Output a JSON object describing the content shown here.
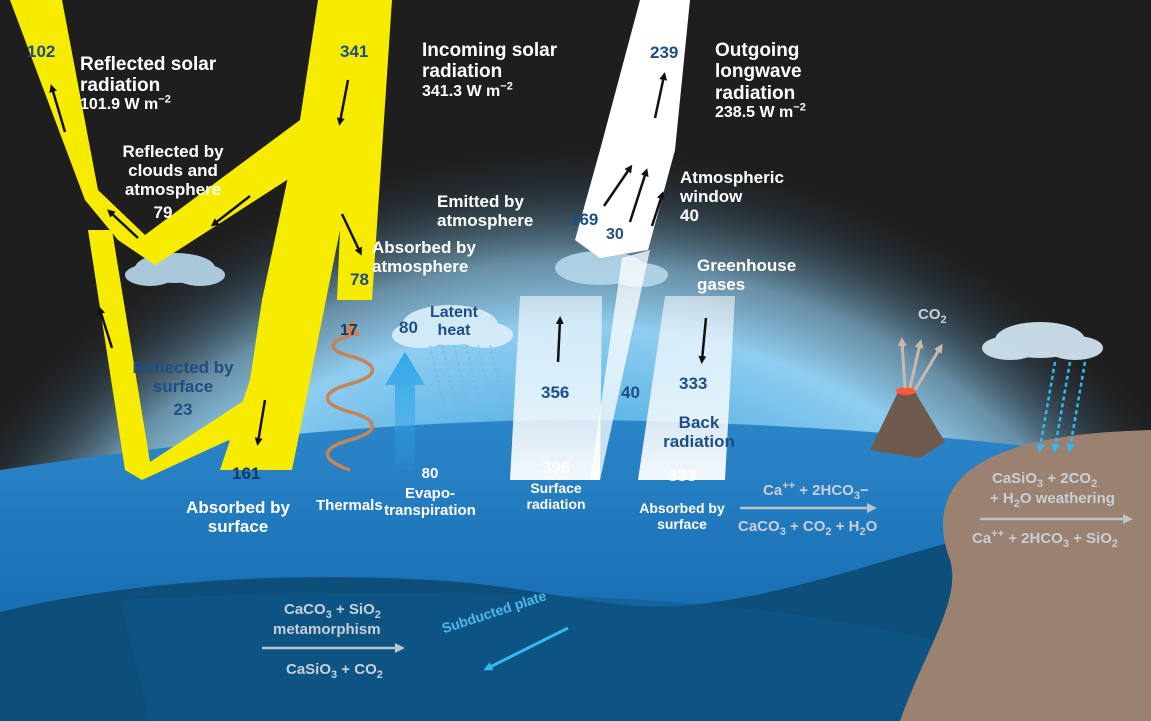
{
  "labels": {
    "reflected_solar_value": "102",
    "reflected_solar_title": "Reflected solar\nradiation",
    "reflected_solar_flux": "101.9 W m",
    "incoming_value": "341",
    "incoming_title": "Incoming solar\nradiation",
    "incoming_flux": "341.3 W m",
    "outgoing_value": "239",
    "outgoing_title": "Outgoing\nlongwave\nradiation",
    "outgoing_flux": "238.5 W m",
    "flux_exponent": "−2",
    "reflected_clouds_title": "Reflected by\nclouds and\natmosphere",
    "reflected_clouds_value": "79",
    "emitted_atm_title": "Emitted by\natmosphere",
    "emitted_atm_value": "169",
    "window_title": "Atmospheric\nwindow",
    "window_value": "40",
    "window_value_small": "30",
    "absorbed_atm_value": "78",
    "absorbed_atm_title": "Absorbed by\natmosphere",
    "greenhouse_title": "Greenhouse\ngases",
    "thermals_value": "17",
    "latent_value": "80",
    "latent_title": "Latent\nheat",
    "reflected_surface_title": "Reflected by\nsurface",
    "reflected_surface_value": "23",
    "surface_up_value": "356",
    "window_surface_value": "40",
    "back_value": "333",
    "back_title": "Back\nradiation",
    "absorbed_surface_value": "161",
    "absorbed_surface_title": "Absorbed by\nsurface",
    "thermals_title": "Thermals",
    "evapo_value": "80",
    "evapo_title": "Evapo-\ntranspiration",
    "surface_rad_value": "396",
    "surface_rad_title": "Surface\nradiation",
    "back_absorbed_value": "333",
    "back_absorbed_title": "Absorbed by\nsurface",
    "subducted_title": "Subducted plate",
    "co2_label": "CO",
    "co2_sub": "2"
  },
  "equations": {
    "ocean_top": [
      "Ca",
      "++",
      " + 2HCO",
      "3",
      "−"
    ],
    "ocean_bottom": [
      "CaCO",
      "3",
      " + CO",
      "2",
      " + H",
      "2",
      "O"
    ],
    "land_top_1": [
      "CaSiO",
      "3",
      " + 2CO",
      "2"
    ],
    "land_top_2": [
      "+ H",
      "2",
      "O weathering"
    ],
    "land_bottom": [
      "Ca",
      "++",
      " + 2HCO",
      "3",
      " + SiO",
      "2"
    ],
    "meta_top": [
      "CaCO",
      "3",
      " + SiO",
      "2"
    ],
    "meta_mid": "metamorphism",
    "meta_bottom": [
      "CaSiO",
      "3",
      " + CO",
      "2"
    ]
  },
  "colors": {
    "space": "#1e1e1e",
    "solar": "#f7ec00",
    "longwave": "#ffffff",
    "ocean": "#1a72b8",
    "deep_ocean": "#0d4f7a",
    "land": "#9a8170",
    "label_blue": "#1d4f86",
    "arrow_cyan": "#35b7ef"
  }
}
